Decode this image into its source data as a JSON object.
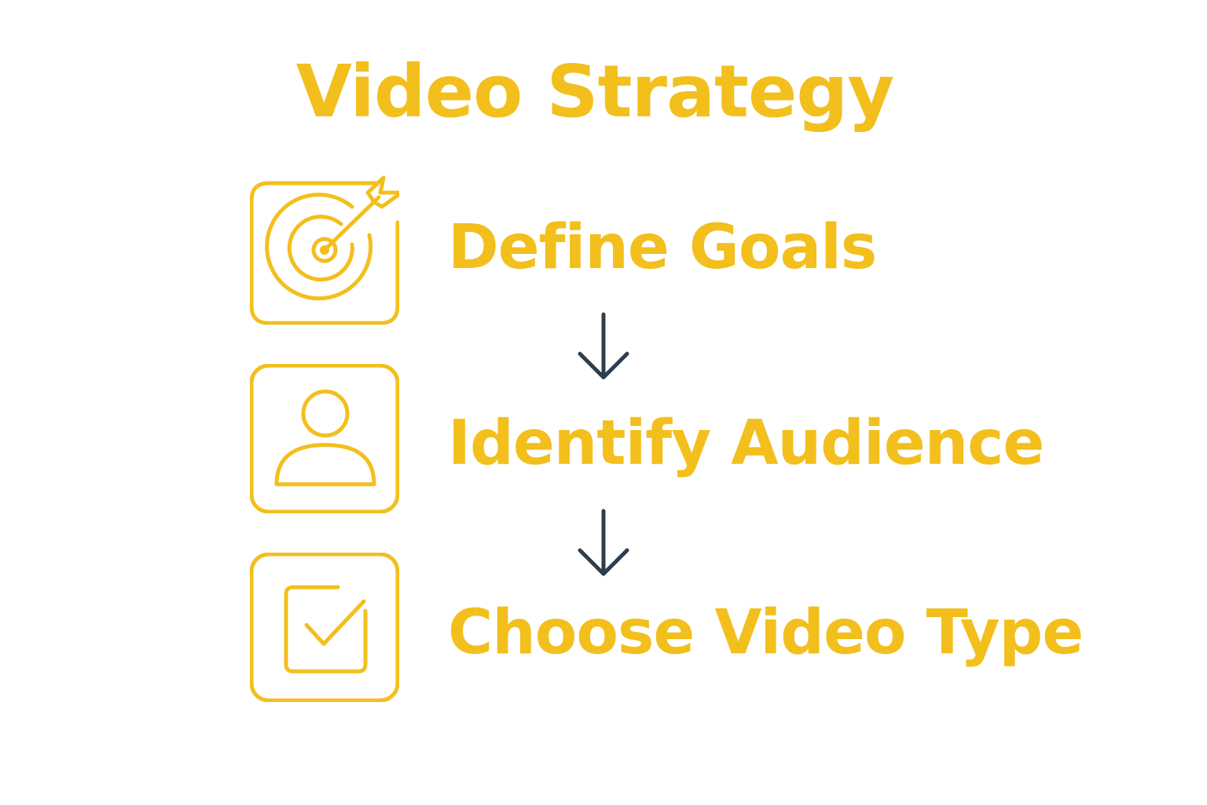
{
  "title": "Video Strategy",
  "colors": {
    "accent": "#F2BF1D",
    "arrow": "#2F3E4C",
    "background": "#FFFFFF"
  },
  "steps": [
    {
      "label": "Define Goals",
      "icon": "target-arrow-icon"
    },
    {
      "label": "Identify Audience",
      "icon": "user-icon"
    },
    {
      "label": "Choose Video Type",
      "icon": "checkbox-check-icon"
    }
  ],
  "connectors": [
    "down-arrow-icon",
    "down-arrow-icon"
  ]
}
